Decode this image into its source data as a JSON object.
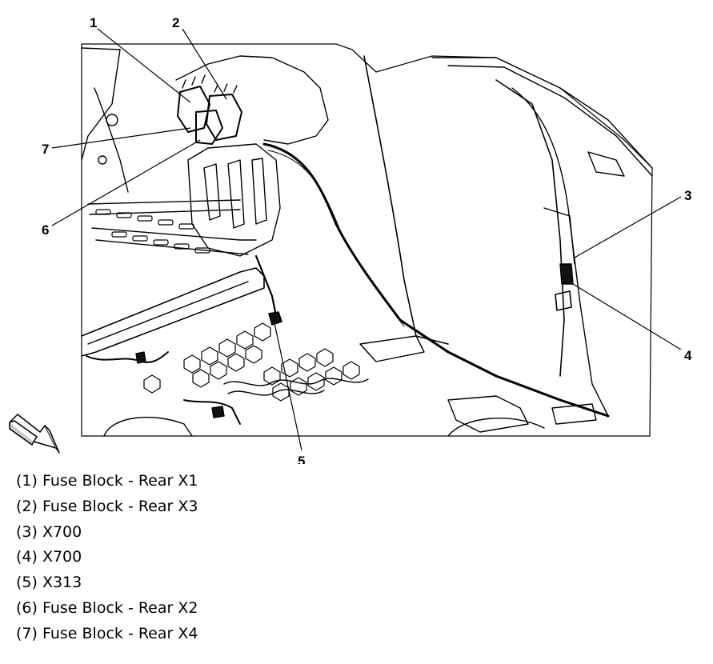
{
  "callouts": [
    {
      "id": "1",
      "label": "1"
    },
    {
      "id": "2",
      "label": "2"
    },
    {
      "id": "3",
      "label": "3"
    },
    {
      "id": "4",
      "label": "4"
    },
    {
      "id": "5",
      "label": "5"
    },
    {
      "id": "6",
      "label": "6"
    },
    {
      "id": "7",
      "label": "7"
    }
  ],
  "legend": [
    {
      "text": "(1) Fuse Block - Rear X1"
    },
    {
      "text": "(2) Fuse Block - Rear X3"
    },
    {
      "text": "(3) X700"
    },
    {
      "text": "(4) X700"
    },
    {
      "text": "(5) X313"
    },
    {
      "text": "(6) Fuse Block - Rear X2"
    },
    {
      "text": "(7) Fuse Block - Rear X4"
    }
  ],
  "icons": {
    "view_direction": "front-arrow-icon"
  }
}
